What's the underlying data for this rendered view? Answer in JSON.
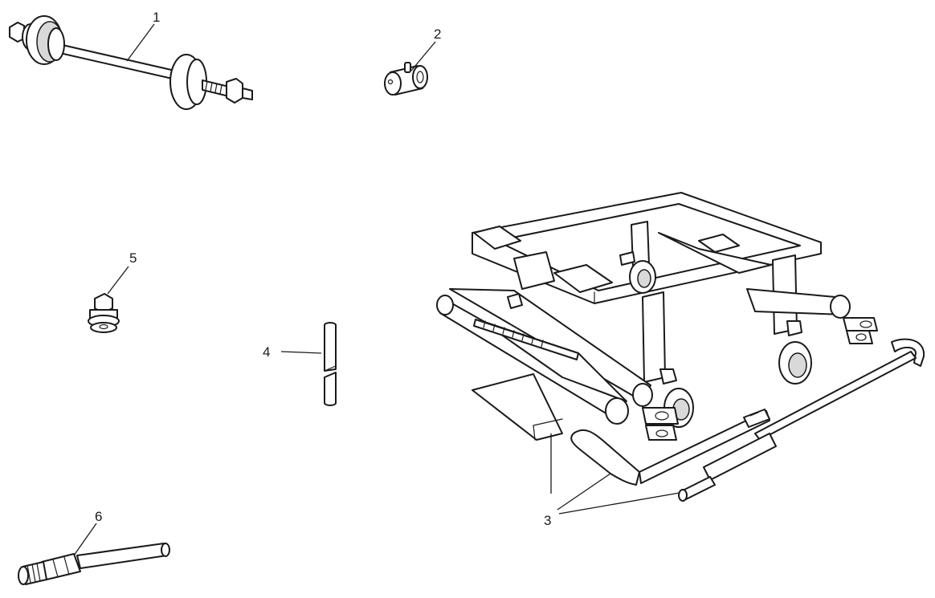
{
  "callouts": [
    {
      "id": "1",
      "text": "1",
      "part": "bearing-puller-tool"
    },
    {
      "id": "2",
      "text": "2",
      "part": "sleeve-bushing"
    },
    {
      "id": "3",
      "text": "3",
      "part": "scissor-jack-with-handles"
    },
    {
      "id": "4",
      "text": "4",
      "part": "pin"
    },
    {
      "id": "5",
      "text": "5",
      "part": "plug-adapter"
    },
    {
      "id": "6",
      "text": "6",
      "part": "adapter-tube"
    }
  ],
  "colors": {
    "line": "#1a1a1a",
    "background": "#ffffff",
    "shade": "#d9d9d9"
  }
}
